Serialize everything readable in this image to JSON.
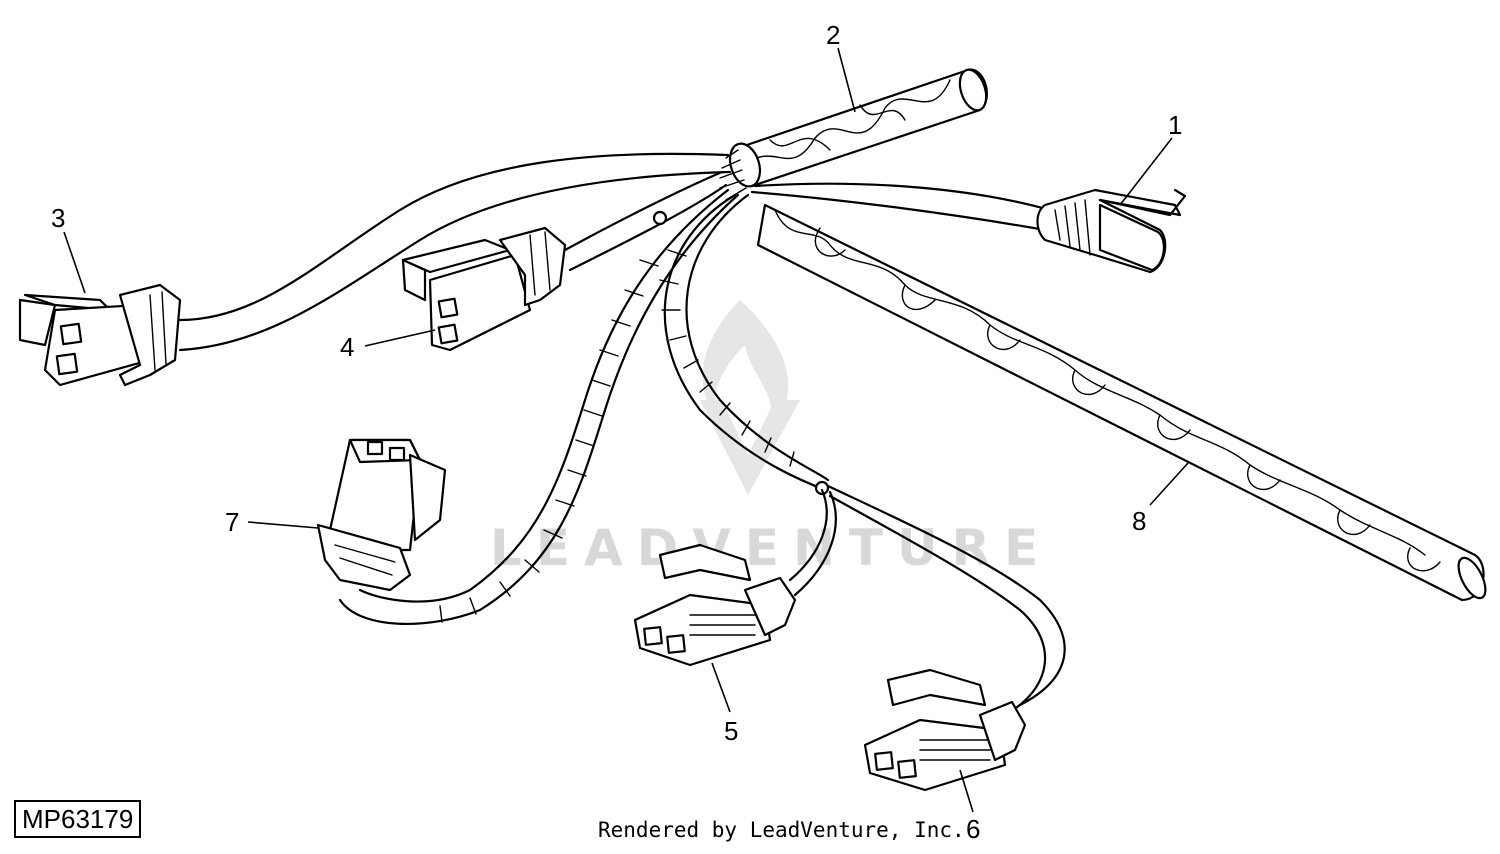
{
  "callouts": [
    {
      "id": "1",
      "label": "1"
    },
    {
      "id": "2",
      "label": "2"
    },
    {
      "id": "3",
      "label": "3"
    },
    {
      "id": "4",
      "label": "4"
    },
    {
      "id": "5",
      "label": "5"
    },
    {
      "id": "6",
      "label": "6"
    },
    {
      "id": "7",
      "label": "7"
    },
    {
      "id": "8",
      "label": "8"
    }
  ],
  "figure_id": "MP63179",
  "credit": "Rendered by LeadVenture, Inc.",
  "watermark": "LEADVENTURE"
}
